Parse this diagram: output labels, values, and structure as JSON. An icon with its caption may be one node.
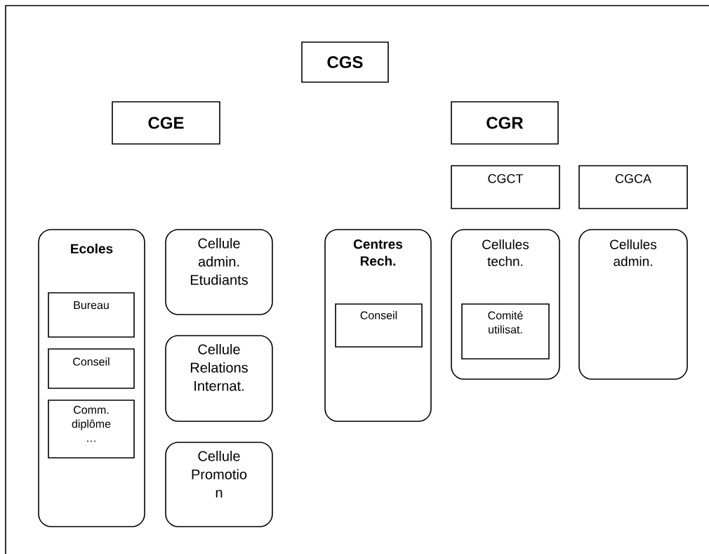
{
  "diagram": {
    "nodes": [
      {
        "text": [
          "CGS"
        ]
      },
      {
        "text": [
          "CGE"
        ]
      },
      {
        "text": [
          "CGR"
        ]
      },
      {
        "text": [
          "CGCT"
        ]
      },
      {
        "text": [
          "CGCA"
        ]
      },
      {
        "text": [
          "Ecoles"
        ]
      },
      {
        "text": [
          "Bureau"
        ],
        "in": 5
      },
      {
        "text": [
          "Conseil"
        ],
        "in": 5
      },
      {
        "text": [
          "Comm. diplôme …"
        ],
        "in": 5
      },
      {
        "text": [
          "Cellule admin. Etudiants"
        ]
      },
      {
        "text": [
          "Cellule Relations Internat."
        ]
      },
      {
        "text": [
          "Cellule Promotio n"
        ]
      },
      {
        "text": [
          "Centres Rech."
        ]
      },
      {
        "text": [
          "Conseil"
        ],
        "in": 12
      },
      {
        "text": [
          "Cellules techn."
        ]
      },
      {
        "text": [
          "Comité utilisat."
        ],
        "in": 14
      },
      {
        "text": [
          "Cellules admin."
        ]
      }
    ]
  }
}
